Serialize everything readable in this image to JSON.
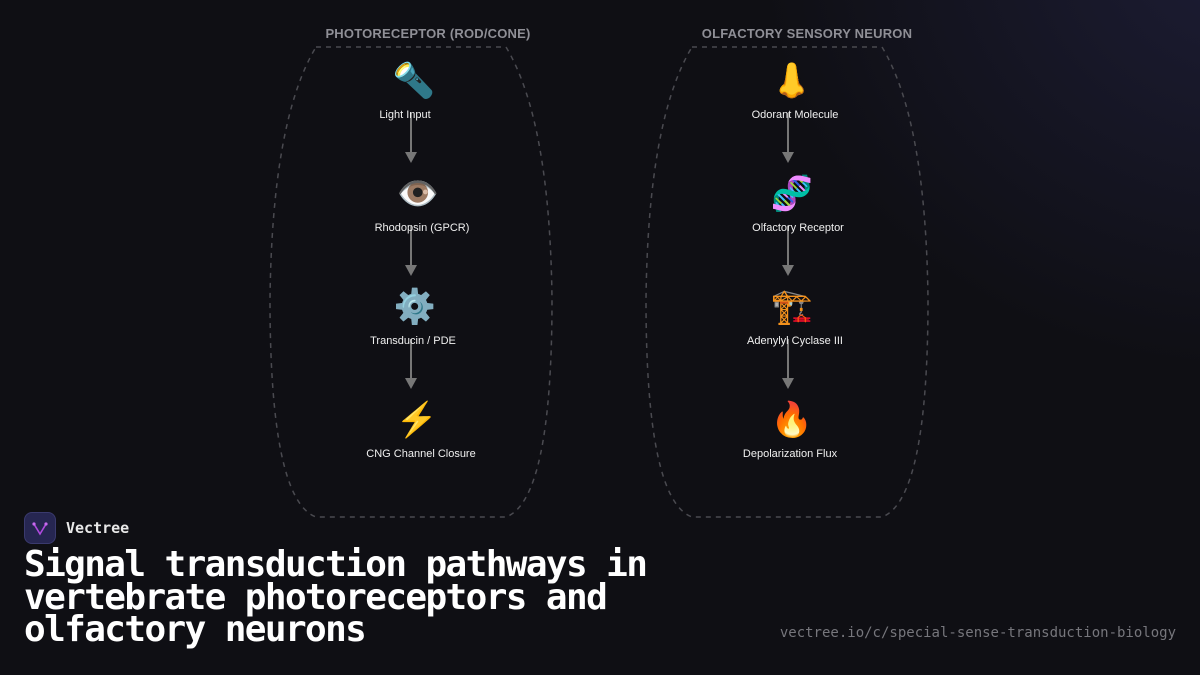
{
  "columns": [
    {
      "title": "PHOTORECEPTOR (ROD/CONE)",
      "nodes": [
        {
          "icon": "🔦",
          "icon_name": "flashlight-icon",
          "label": "Light Input"
        },
        {
          "icon": "👁️",
          "icon_name": "eye-icon",
          "label": "Rhodopsin (GPCR)"
        },
        {
          "icon": "⚙️",
          "icon_name": "gear-icon",
          "label": "Transducin / PDE"
        },
        {
          "icon": "⚡",
          "icon_name": "lightning-icon",
          "label": "CNG Channel Closure"
        }
      ]
    },
    {
      "title": "OLFACTORY SENSORY NEURON",
      "nodes": [
        {
          "icon": "👃",
          "icon_name": "nose-icon",
          "label": "Odorant Molecule"
        },
        {
          "icon": "🧬",
          "icon_name": "dna-icon",
          "label": "Olfactory Receptor"
        },
        {
          "icon": "🏗️",
          "icon_name": "crane-icon",
          "label": "Adenylyl Cyclase III"
        },
        {
          "icon": "🔥",
          "icon_name": "fire-icon",
          "label": "Depolarization Flux"
        }
      ]
    }
  ],
  "brand": {
    "name": "Vectree",
    "accent": "#b04adf"
  },
  "headline": "Signal transduction pathways in vertebrate photoreceptors and olfactory neurons",
  "url": "vectree.io/c/special-sense-transduction-biology"
}
